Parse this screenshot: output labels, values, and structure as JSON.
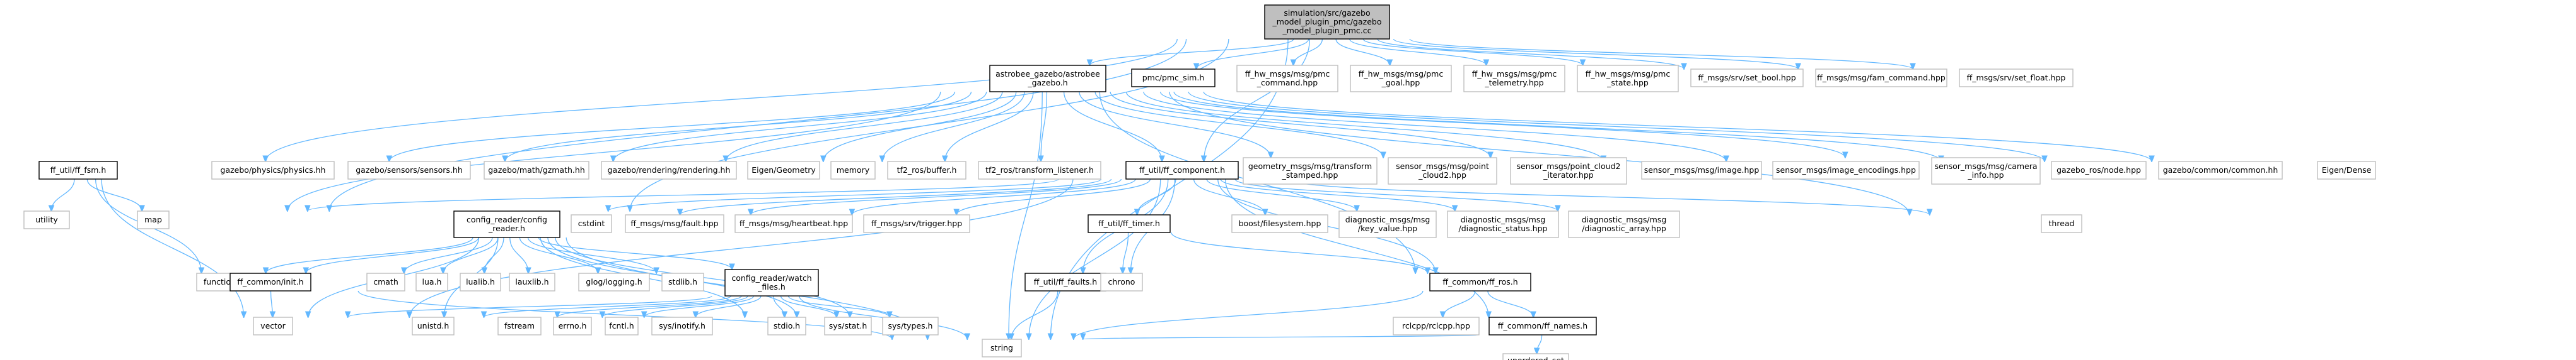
{
  "graph": {
    "nodes": [
      {
        "id": "root",
        "lines": [
          "simulation/src/gazebo",
          "_model_plugin_pmc/gazebo",
          "_model_plugin_pmc.cc"
        ],
        "style": "root"
      },
      {
        "id": "astrobee",
        "lines": [
          "astrobee_gazebo/astrobee",
          "_gazebo.h"
        ],
        "style": "link"
      },
      {
        "id": "pmc_sim",
        "lines": [
          "pmc/pmc_sim.h"
        ],
        "style": "link"
      },
      {
        "id": "ff_util_fsm",
        "lines": [
          "ff_util/ff_fsm.h"
        ],
        "style": "link"
      },
      {
        "id": "pmc_command",
        "lines": [
          "ff_hw_msgs/msg/pmc",
          "_command.hpp"
        ],
        "style": "plain"
      },
      {
        "id": "pmc_goal",
        "lines": [
          "ff_hw_msgs/msg/pmc",
          "_goal.hpp"
        ],
        "style": "plain"
      },
      {
        "id": "pmc_telemetry",
        "lines": [
          "ff_hw_msgs/msg/pmc",
          "_telemetry.hpp"
        ],
        "style": "plain"
      },
      {
        "id": "pmc_state",
        "lines": [
          "ff_hw_msgs/msg/pmc",
          "_state.hpp"
        ],
        "style": "plain"
      },
      {
        "id": "set_bool",
        "lines": [
          "ff_msgs/srv/set_bool.hpp"
        ],
        "style": "plain"
      },
      {
        "id": "fam_command",
        "lines": [
          "ff_msgs/msg/fam_command.hpp"
        ],
        "style": "plain"
      },
      {
        "id": "set_float",
        "lines": [
          "ff_msgs/srv/set_float.hpp"
        ],
        "style": "plain"
      },
      {
        "id": "utility",
        "lines": [
          "utility"
        ],
        "style": "plain"
      },
      {
        "id": "map",
        "lines": [
          "map"
        ],
        "style": "plain"
      },
      {
        "id": "gz_physics",
        "lines": [
          "gazebo/physics/physics.hh"
        ],
        "style": "plain"
      },
      {
        "id": "gz_sensors",
        "lines": [
          "gazebo/sensors/sensors.hh"
        ],
        "style": "plain"
      },
      {
        "id": "gz_math",
        "lines": [
          "gazebo/math/gzmath.hh"
        ],
        "style": "plain"
      },
      {
        "id": "gz_rendering",
        "lines": [
          "gazebo/rendering/rendering.hh"
        ],
        "style": "plain"
      },
      {
        "id": "eigen_geometry",
        "lines": [
          "Eigen/Geometry"
        ],
        "style": "plain"
      },
      {
        "id": "memory",
        "lines": [
          "memory"
        ],
        "style": "plain"
      },
      {
        "id": "tf2_buffer",
        "lines": [
          "tf2_ros/buffer.h"
        ],
        "style": "plain"
      },
      {
        "id": "tf2_listener",
        "lines": [
          "tf2_ros/transform_listener.h"
        ],
        "style": "plain"
      },
      {
        "id": "ff_component",
        "lines": [
          "ff_util/ff_component.h"
        ],
        "style": "link"
      },
      {
        "id": "geom_transform",
        "lines": [
          "geometry_msgs/msg/transform",
          "_stamped.hpp"
        ],
        "style": "plain"
      },
      {
        "id": "point_cloud2",
        "lines": [
          "sensor_msgs/msg/point",
          "_cloud2.hpp"
        ],
        "style": "plain"
      },
      {
        "id": "pc2_iterator",
        "lines": [
          "sensor_msgs/point_cloud2",
          "_iterator.hpp"
        ],
        "style": "plain"
      },
      {
        "id": "image_hpp",
        "lines": [
          "sensor_msgs/msg/image.hpp"
        ],
        "style": "plain"
      },
      {
        "id": "image_enc",
        "lines": [
          "sensor_msgs/image_encodings.hpp"
        ],
        "style": "plain"
      },
      {
        "id": "camera_info",
        "lines": [
          "sensor_msgs/msg/camera",
          "_info.hpp"
        ],
        "style": "plain"
      },
      {
        "id": "gazebo_ros_node",
        "lines": [
          "gazebo_ros/node.hpp"
        ],
        "style": "plain"
      },
      {
        "id": "gz_common",
        "lines": [
          "gazebo/common/common.hh"
        ],
        "style": "plain"
      },
      {
        "id": "eigen_dense",
        "lines": [
          "Eigen/Dense"
        ],
        "style": "plain"
      },
      {
        "id": "config_reader",
        "lines": [
          "config_reader/config",
          "_reader.h"
        ],
        "style": "link"
      },
      {
        "id": "cstdint",
        "lines": [
          "cstdint"
        ],
        "style": "plain"
      },
      {
        "id": "fault_hpp",
        "lines": [
          "ff_msgs/msg/fault.hpp"
        ],
        "style": "plain"
      },
      {
        "id": "heartbeat",
        "lines": [
          "ff_msgs/msg/heartbeat.hpp"
        ],
        "style": "plain"
      },
      {
        "id": "trigger",
        "lines": [
          "ff_msgs/srv/trigger.hpp"
        ],
        "style": "plain"
      },
      {
        "id": "boost_fs",
        "lines": [
          "boost/filesystem.hpp"
        ],
        "style": "plain"
      },
      {
        "id": "diag_key",
        "lines": [
          "diagnostic_msgs/msg",
          "/key_value.hpp"
        ],
        "style": "plain"
      },
      {
        "id": "diag_status",
        "lines": [
          "diagnostic_msgs/msg",
          "/diagnostic_status.hpp"
        ],
        "style": "plain"
      },
      {
        "id": "diag_array",
        "lines": [
          "diagnostic_msgs/msg",
          "/diagnostic_array.hpp"
        ],
        "style": "plain"
      },
      {
        "id": "thread",
        "lines": [
          "thread"
        ],
        "style": "plain"
      },
      {
        "id": "ff_timer",
        "lines": [
          "ff_util/ff_timer.h"
        ],
        "style": "link"
      },
      {
        "id": "ff_faults",
        "lines": [
          "ff_util/ff_faults.h"
        ],
        "style": "link"
      },
      {
        "id": "chrono",
        "lines": [
          "chrono"
        ],
        "style": "plain"
      },
      {
        "id": "ff_ros",
        "lines": [
          "ff_common/ff_ros.h"
        ],
        "style": "link"
      },
      {
        "id": "functional",
        "lines": [
          "functional"
        ],
        "style": "plain"
      },
      {
        "id": "ff_init",
        "lines": [
          "ff_common/init.h"
        ],
        "style": "link"
      },
      {
        "id": "cmath",
        "lines": [
          "cmath"
        ],
        "style": "plain"
      },
      {
        "id": "lua_h",
        "lines": [
          "lua.h"
        ],
        "style": "plain"
      },
      {
        "id": "lualib",
        "lines": [
          "lualib.h"
        ],
        "style": "plain"
      },
      {
        "id": "lauxlib",
        "lines": [
          "lauxlib.h"
        ],
        "style": "plain"
      },
      {
        "id": "glog",
        "lines": [
          "glog/logging.h"
        ],
        "style": "plain"
      },
      {
        "id": "stdlib",
        "lines": [
          "stdlib.h"
        ],
        "style": "plain"
      },
      {
        "id": "watch_files",
        "lines": [
          "config_reader/watch",
          "_files.h"
        ],
        "style": "link"
      },
      {
        "id": "vector",
        "lines": [
          "vector"
        ],
        "style": "plain"
      },
      {
        "id": "unistd",
        "lines": [
          "unistd.h"
        ],
        "style": "plain"
      },
      {
        "id": "fstream",
        "lines": [
          "fstream"
        ],
        "style": "plain"
      },
      {
        "id": "errno",
        "lines": [
          "errno.h"
        ],
        "style": "plain"
      },
      {
        "id": "fcntl",
        "lines": [
          "fcntl.h"
        ],
        "style": "plain"
      },
      {
        "id": "inotify",
        "lines": [
          "sys/inotify.h"
        ],
        "style": "plain"
      },
      {
        "id": "stdio",
        "lines": [
          "stdio.h"
        ],
        "style": "plain"
      },
      {
        "id": "sys_stat",
        "lines": [
          "sys/stat.h"
        ],
        "style": "plain"
      },
      {
        "id": "sys_types",
        "lines": [
          "sys/types.h"
        ],
        "style": "plain"
      },
      {
        "id": "rclcpp",
        "lines": [
          "rclcpp/rclcpp.hpp"
        ],
        "style": "plain"
      },
      {
        "id": "ff_names",
        "lines": [
          "ff_common/ff_names.h"
        ],
        "style": "link"
      },
      {
        "id": "unordered_set",
        "lines": [
          "unordered_set"
        ],
        "style": "plain"
      },
      {
        "id": "string",
        "lines": [
          "string"
        ],
        "style": "plain"
      }
    ],
    "edges": [
      [
        "root",
        "astrobee"
      ],
      [
        "root",
        "pmc_sim"
      ],
      [
        "root",
        "ff_util_fsm"
      ],
      [
        "root",
        "pmc_command"
      ],
      [
        "root",
        "pmc_goal"
      ],
      [
        "root",
        "pmc_telemetry"
      ],
      [
        "root",
        "pmc_state"
      ],
      [
        "root",
        "set_bool"
      ],
      [
        "root",
        "fam_command"
      ],
      [
        "root",
        "set_float"
      ],
      [
        "root",
        "map"
      ],
      [
        "root",
        "string"
      ],
      [
        "root",
        "config_reader"
      ],
      [
        "root",
        "ff_component"
      ],
      [
        "astrobee",
        "gz_physics"
      ],
      [
        "astrobee",
        "gz_sensors"
      ],
      [
        "astrobee",
        "gz_math"
      ],
      [
        "astrobee",
        "gz_rendering"
      ],
      [
        "astrobee",
        "eigen_geometry"
      ],
      [
        "astrobee",
        "memory"
      ],
      [
        "astrobee",
        "tf2_buffer"
      ],
      [
        "astrobee",
        "tf2_listener"
      ],
      [
        "astrobee",
        "ff_component"
      ],
      [
        "astrobee",
        "geom_transform"
      ],
      [
        "astrobee",
        "point_cloud2"
      ],
      [
        "astrobee",
        "pc2_iterator"
      ],
      [
        "astrobee",
        "image_hpp"
      ],
      [
        "astrobee",
        "image_enc"
      ],
      [
        "astrobee",
        "camera_info"
      ],
      [
        "astrobee",
        "gazebo_ros_node"
      ],
      [
        "astrobee",
        "gz_common"
      ],
      [
        "astrobee",
        "eigen_dense"
      ],
      [
        "astrobee",
        "thread"
      ],
      [
        "astrobee",
        "ff_ros"
      ],
      [
        "astrobee",
        "map"
      ],
      [
        "astrobee",
        "string"
      ],
      [
        "ff_util_fsm",
        "utility"
      ],
      [
        "ff_util_fsm",
        "map"
      ],
      [
        "ff_util_fsm",
        "functional"
      ],
      [
        "ff_util_fsm",
        "vector"
      ],
      [
        "ff_component",
        "config_reader"
      ],
      [
        "ff_component",
        "cstdint"
      ],
      [
        "ff_component",
        "fault_hpp"
      ],
      [
        "ff_component",
        "heartbeat"
      ],
      [
        "ff_component",
        "trigger"
      ],
      [
        "ff_component",
        "ff_timer"
      ],
      [
        "ff_component",
        "boost_fs"
      ],
      [
        "ff_component",
        "diag_key"
      ],
      [
        "ff_component",
        "diag_status"
      ],
      [
        "ff_component",
        "diag_array"
      ],
      [
        "ff_component",
        "thread"
      ],
      [
        "ff_component",
        "ff_faults"
      ],
      [
        "ff_component",
        "chrono"
      ],
      [
        "ff_component",
        "ff_ros"
      ],
      [
        "ff_component",
        "ff_names"
      ],
      [
        "ff_component",
        "map"
      ],
      [
        "ff_component",
        "string"
      ],
      [
        "ff_component",
        "vector"
      ],
      [
        "config_reader",
        "functional"
      ],
      [
        "config_reader",
        "ff_init"
      ],
      [
        "config_reader",
        "cmath"
      ],
      [
        "config_reader",
        "lua_h"
      ],
      [
        "config_reader",
        "lualib"
      ],
      [
        "config_reader",
        "lauxlib"
      ],
      [
        "config_reader",
        "glog"
      ],
      [
        "config_reader",
        "stdlib"
      ],
      [
        "config_reader",
        "watch_files"
      ],
      [
        "config_reader",
        "vector"
      ],
      [
        "config_reader",
        "unistd"
      ],
      [
        "config_reader",
        "stdio"
      ],
      [
        "config_reader",
        "sys_stat"
      ],
      [
        "config_reader",
        "sys_types"
      ],
      [
        "config_reader",
        "string"
      ],
      [
        "ff_init",
        "vector"
      ],
      [
        "ff_init",
        "string"
      ],
      [
        "watch_files",
        "vector"
      ],
      [
        "watch_files",
        "unistd"
      ],
      [
        "watch_files",
        "fstream"
      ],
      [
        "watch_files",
        "errno"
      ],
      [
        "watch_files",
        "fcntl"
      ],
      [
        "watch_files",
        "inotify"
      ],
      [
        "watch_files",
        "stdio"
      ],
      [
        "watch_files",
        "sys_stat"
      ],
      [
        "watch_files",
        "sys_types"
      ],
      [
        "watch_files",
        "string"
      ],
      [
        "ff_timer",
        "chrono"
      ],
      [
        "ff_timer",
        "ff_ros"
      ],
      [
        "ff_faults",
        "string"
      ],
      [
        "ff_ros",
        "rclcpp"
      ],
      [
        "ff_ros",
        "ff_names"
      ],
      [
        "ff_ros",
        "string"
      ],
      [
        "ff_names",
        "unordered_set"
      ],
      [
        "ff_names",
        "string"
      ]
    ]
  }
}
